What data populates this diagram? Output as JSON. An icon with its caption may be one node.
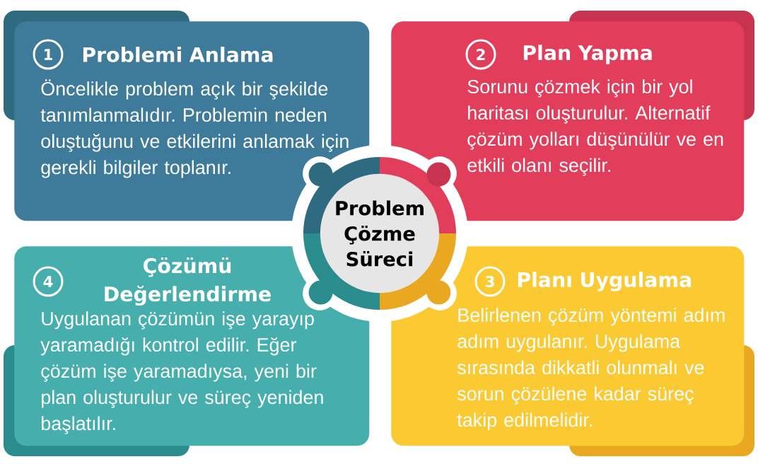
{
  "diagram": {
    "nodes": [
      {
        "text": [
          "Problemi Anlama",
          "Öncelikle problem açık bir şekilde tanımlanmalıdır. Problemin neden oluştuğunu ve etkilerini anlamak için gerekli bilgiler toplanır."
        ]
      },
      {
        "text": [
          "1"
        ],
        "in": 0
      },
      {
        "text": [
          "Plan Yapma",
          "Sorunu çözmek için bir yol haritası oluşturulur. Alternatif çözüm yolları düşünülür ve en etkili olanı seçilir."
        ]
      },
      {
        "text": [
          "2"
        ],
        "in": 2
      },
      {
        "text": [
          "Çözümü Değerlendirme",
          "Uygulanan çözümün işe yarayıp yaramadığı kontrol edilir. Eğer çözüm işe yaramadıysa, yeni bir plan oluşturulur ve süreç yeniden başlatılır."
        ]
      },
      {
        "text": [
          "4"
        ],
        "in": 4
      },
      {
        "text": [
          "Planı Uygulama",
          "Belirlenen çözüm yöntemi adım adım uygulanır. Uygulama sırasında dikkatli olunmalı ve sorun çözülene kadar süreç takip edilmelidir."
        ]
      },
      {
        "text": [
          "3"
        ],
        "in": 6
      },
      {
        "text": [
          "Problem Çözme Süreci"
        ]
      }
    ]
  }
}
